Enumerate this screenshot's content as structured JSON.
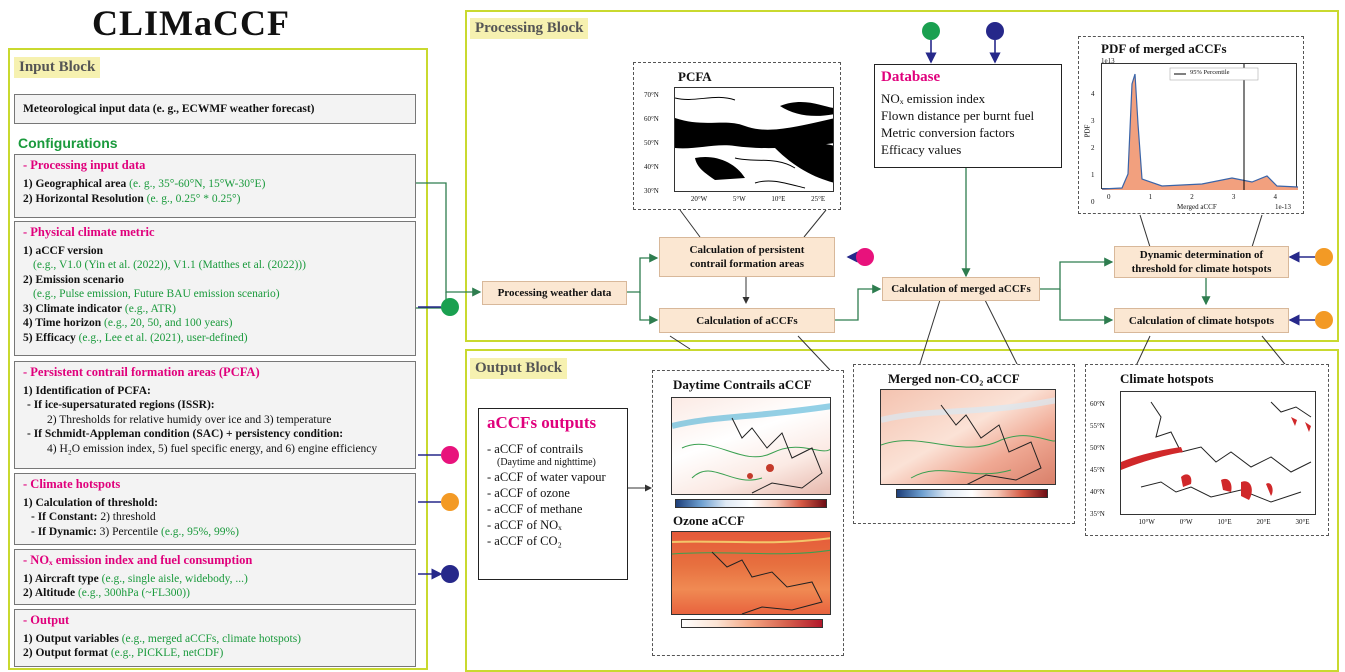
{
  "title": "CLIMaCCF",
  "input_block": {
    "label": "Input Block",
    "met_data": "Meteorological input data (e. g., ECWMF weather forecast)",
    "configurations": "Configurations",
    "processing": {
      "title": "- Processing input data",
      "l1b": "1) Geographical area",
      "l1g": "(e. g., 35°-60°N, 15°W-30°E)",
      "l2b": "2) Horizontal Resolution",
      "l2g": "(e. g., 0.25° * 0.25°)"
    },
    "physical": {
      "title": "- Physical climate metric",
      "l1b": "1) aCCF version",
      "l1g": "(e.g., V1.0 (Yin et al. (2022)), V1.1 (Matthes et al. (2022)))",
      "l2b": "2) Emission scenario",
      "l2g": "(e.g., Pulse emission, Future BAU emission scenario)",
      "l3b": "3) Climate indicator",
      "l3g": "(e.g., ATR)",
      "l4b": "4) Time horizon",
      "l4g": "(e.g., 20, 50, and 100 years)",
      "l5b": "5) Efficacy",
      "l5g": "(e.g., Lee et al. (2021), user-defined)"
    },
    "pcfa": {
      "title": "- Persistent contrail formation areas (PCFA)",
      "l1": "1) Identification of PCFA:",
      "l2": "- If ice-supersaturated regions (ISSR):",
      "l3": "2) Thresholds for relative humidy over ice and 3) temperature",
      "l4": "- If Schmidt-Appleman condition (SAC) + persistency condition:",
      "l5": "4) H₂O emission index, 5) fuel specific energy, and 6) engine efficiency"
    },
    "hotspots": {
      "title": "- Climate hotspots",
      "l1": "1) Calculation of threshold:",
      "l2b": "- If Constant:",
      "l2": "2) threshold",
      "l3b": "- If Dynamic:",
      "l3": "3) Percentile",
      "l3g": "(e.g., 95%, 99%)"
    },
    "nox": {
      "title": "- NOₓ emission index and fuel consumption",
      "l1b": "1) Aircraft type",
      "l1g": "(e.g., single aisle, widebody, ...)",
      "l2b": "2) Altitude",
      "l2g": "(e.g., 300hPa (~FL300))"
    },
    "output": {
      "title": "- Output",
      "l1b": "1) Output variables",
      "l1g": "(e.g., merged aCCFs, climate hotspots)",
      "l2b": "2) Output format",
      "l2g": "(e.g., PICKLE, netCDF)"
    }
  },
  "processing_block": {
    "label": "Processing Block",
    "weather": "Processing weather data",
    "pcfa_calc": "Calculation of persistent contrail formation areas",
    "accf_calc": "Calculation of aCCFs",
    "merged_calc": "Calculation of merged aCCFs",
    "dyn_threshold": "Dynamic determination of threshold for climate hotspots",
    "hotspot_calc": "Calculation of climate hotspots",
    "pcfa_map_title": "PCFA",
    "database": {
      "title": "Database",
      "items": [
        "NOₓ emission index",
        "Flown distance per burnt fuel",
        "Metric conversion factors",
        "Efficacy values"
      ]
    },
    "pdf": {
      "title": "PDF of merged aCCFs",
      "ylabel": "PDF",
      "xlabel": "Merged aCCF",
      "yscale": "1e13",
      "xscale": "1e-13",
      "legend": "95% Percentile"
    }
  },
  "output_block": {
    "label": "Output Block",
    "outputs_title": "aCCFs outputs",
    "outputs": [
      "- aCCF of contrails",
      "(Daytime and nighttime)",
      "- aCCF of water vapour",
      "- aCCF of ozone",
      "- aCCF of methane",
      "- aCCF of NOₓ",
      "- aCCF of CO₂"
    ],
    "daytime_title": "Daytime Contrails aCCF",
    "ozone_title": "Ozone aCCF",
    "merged_title": "Merged non-CO₂ aCCF",
    "hotspots_title": "Climate hotspots"
  },
  "pcfa_axes": {
    "lat": [
      "70°N",
      "60°N",
      "50°N",
      "40°N",
      "30°N"
    ],
    "lon": [
      "20°W",
      "5°W",
      "10°E",
      "25°E"
    ]
  },
  "hotspot_axes": {
    "lat": [
      "60°N",
      "55°N",
      "50°N",
      "45°N",
      "40°N",
      "35°N"
    ],
    "lon": [
      "10°W",
      "0°W",
      "10°E",
      "20°E",
      "30°E"
    ]
  },
  "pdf_axes": {
    "y": [
      "4",
      "3",
      "2",
      "1",
      "0"
    ],
    "x": [
      "0",
      "1",
      "2",
      "3",
      "4"
    ]
  },
  "colors": {
    "green_dot": "#1aa050",
    "magenta_dot": "#e8127c",
    "orange_dot": "#f39a25",
    "navy_dot": "#26288a",
    "block_border": "#c9d92f",
    "arrow_green": "#2e7d4f"
  }
}
